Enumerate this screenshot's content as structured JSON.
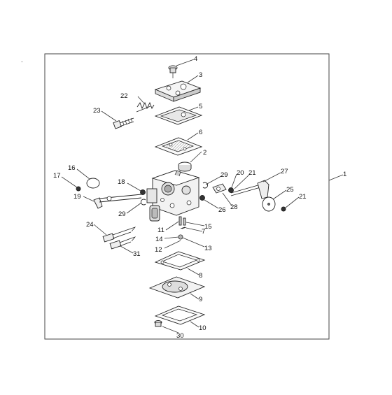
{
  "callouts": {
    "c1": "1",
    "c2": "2",
    "c3": "3",
    "c4": "4",
    "c5": "5",
    "c6": "6",
    "c7": "7",
    "c8": "8",
    "c9": "9",
    "c10": "10",
    "c11": "11",
    "c12": "12",
    "c13": "13",
    "c14": "14",
    "c15": "15",
    "c16": "16",
    "c17": "17",
    "c18": "18",
    "c19": "19",
    "c20": "20",
    "c21a": "21",
    "c21b": "21",
    "c22": "22",
    "c23": "23",
    "c24": "24",
    "c25": "25",
    "c26": "26",
    "c27": "27",
    "c28": "28",
    "c29a": "29",
    "c29b": "29",
    "c30": "30",
    "c31": "31"
  }
}
